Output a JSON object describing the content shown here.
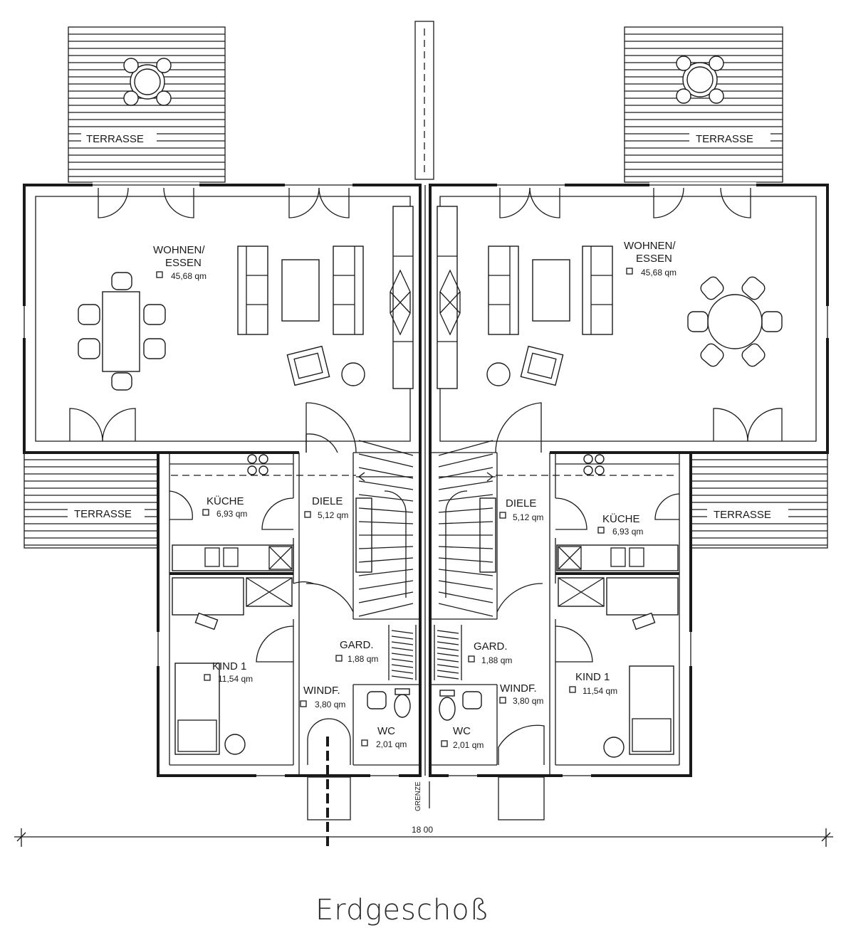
{
  "plan": {
    "title": "Erdgeschoß",
    "dimension": "18 00",
    "boundary_label": "GRENZE",
    "units": [
      {
        "side": "left",
        "terrace_top": "TERRASSE",
        "terrace_side": "TERRASSE",
        "living_name_1": "WOHNEN/",
        "living_name_2": "ESSEN",
        "living_area": "45,68 qm",
        "kitchen_name": "KÜCHE",
        "kitchen_area": "6,93 qm",
        "hall_name": "DIELE",
        "hall_area": "5,12 qm",
        "wardrobe_name": "GARD.",
        "wardrobe_area": "1,88 qm",
        "child_name": "KIND 1",
        "child_area": "11,54 qm",
        "vestibule_name": "WINDF.",
        "vestibule_area": "3,80 qm",
        "wc_name": "WC",
        "wc_area": "2,01 qm"
      },
      {
        "side": "right",
        "terrace_top": "TERRASSE",
        "terrace_side": "TERRASSE",
        "living_name_1": "WOHNEN/",
        "living_name_2": "ESSEN",
        "living_area": "45,68 qm",
        "kitchen_name": "KÜCHE",
        "kitchen_area": "6,93 qm",
        "hall_name": "DIELE",
        "hall_area": "5,12 qm",
        "wardrobe_name": "GARD.",
        "wardrobe_area": "1,88 qm",
        "child_name": "KIND 1",
        "child_area": "11,54 qm",
        "vestibule_name": "WINDF.",
        "vestibule_area": "3,80 qm",
        "wc_name": "WC",
        "wc_area": "2,01 qm"
      }
    ]
  }
}
